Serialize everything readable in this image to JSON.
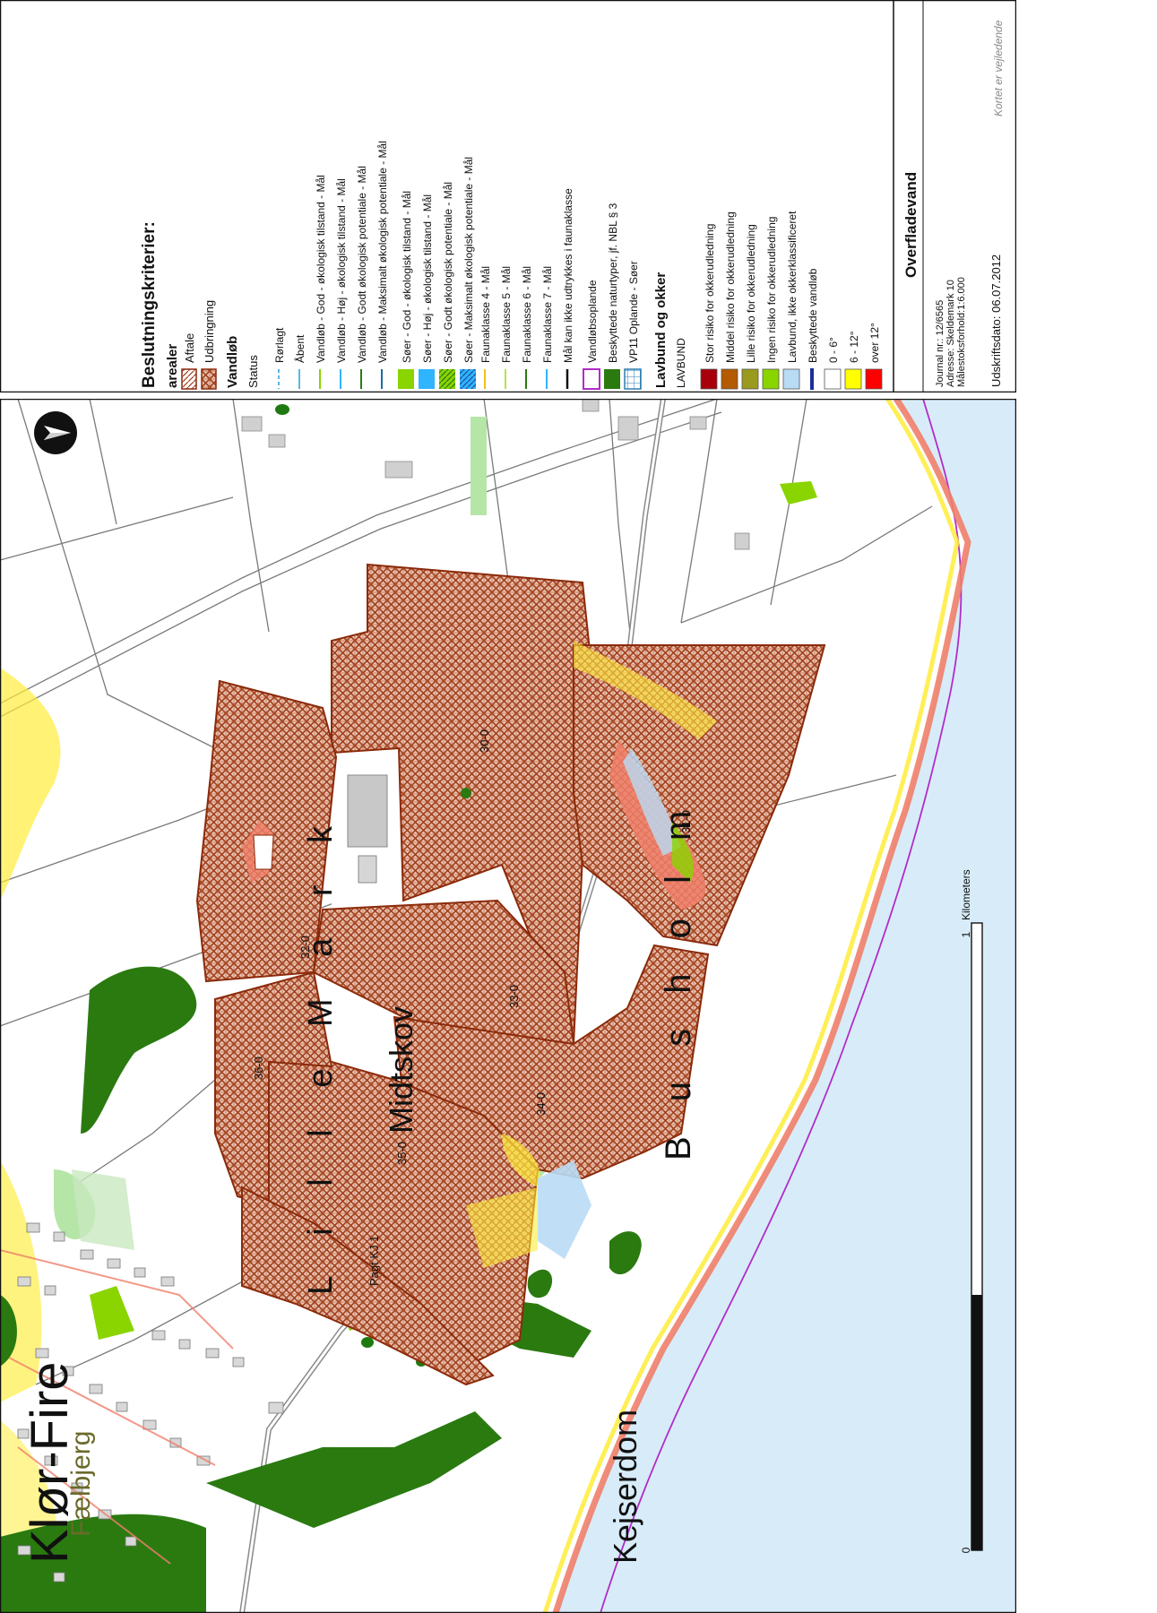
{
  "map": {
    "place_labels": {
      "klor_fire": "Klør-Fire",
      "faelbjerg": "Fælbjerg",
      "kejserdom": "Kejserdom",
      "lille_mark": "L i l l e   M a r k",
      "midtskov": "Midtskov",
      "bushholm": "B u s h o l m"
    },
    "field_labels": [
      "30-0",
      "31-0",
      "32-0",
      "33-0",
      "34-0",
      "35-0",
      "36-0",
      "Pagt KJ 1"
    ],
    "scale_bar": {
      "start": "0",
      "end": "1",
      "unit": "Kilometers"
    },
    "north_arrow": "north-arrow-icon"
  },
  "legend": {
    "title": "Beslutningskriterier:",
    "section_arealer": "arealer",
    "arealer_items": [
      "Aftale",
      "Udbringning"
    ],
    "section_vandlob": "Vandløb",
    "status_label": "Status",
    "vandlob_items": [
      "Rørlagt",
      "Åbent",
      "Vandløb - God - økologisk tilstand - Mål",
      "Vandløb - Høj - økologisk tilstand - Mål",
      "Vandløb - Godt økologisk potentiale - Mål",
      "Vandløb - Maksimalt økologisk potentiale - Mål",
      "Søer - God - økologisk tilstand - Mål",
      "Søer - Høj - økologisk tilstand - Mål",
      "Søer - Godt økologisk potentiale - Mål",
      "Søer - Maksimalt økologisk potentiale - Mål",
      "Faunaklasse 4 - Mål",
      "Faunaklasse 5 - Mål",
      "Faunaklasse 6 - Mål",
      "Faunaklasse 7 - Mål",
      "Mål kan ikke udtrykkes i faunaklasse",
      "Vandløbsoplande",
      "Beskyttede naturtyper, jf. NBL § 3",
      "VP11 Oplande - Søer"
    ],
    "section_lavbund": "Lavbund og okker",
    "lavbund_label": "LAVBUND",
    "lavbund_items": [
      "Stor risiko for okkerudledning",
      "Middel risiko for okkerudledning",
      "Lille risiko for okkerudledning",
      "Ingen risiko for okkerudledning",
      "Lavbund, ikke okkerklassificeret",
      "Beskyttede vandløb",
      "0 - 6°",
      "6 - 12°",
      "over 12°"
    ],
    "colors": {
      "hatch": "#a0401e",
      "stor": "#a8000b",
      "middel": "#b45a00",
      "lille": "#9a9a1e",
      "ingen": "#8ad400",
      "lavbund": "#b9dcf5",
      "beskyttede_vandlob": "#1c2e9a",
      "slope_low": "#ffffff",
      "slope_mid": "#ffff00",
      "slope_high": "#ff0000",
      "natur": "#2a7a10"
    }
  },
  "title_block": {
    "title": "Overfladevand",
    "journal": "Journal nr.: 12/6565",
    "address": "Adresse: Skeldemark 10",
    "scale": "Målestoksforhold:1:6.000",
    "print_date": "Udskriftsdato: 06.07.2012",
    "note": "Kortet er vejledende"
  }
}
